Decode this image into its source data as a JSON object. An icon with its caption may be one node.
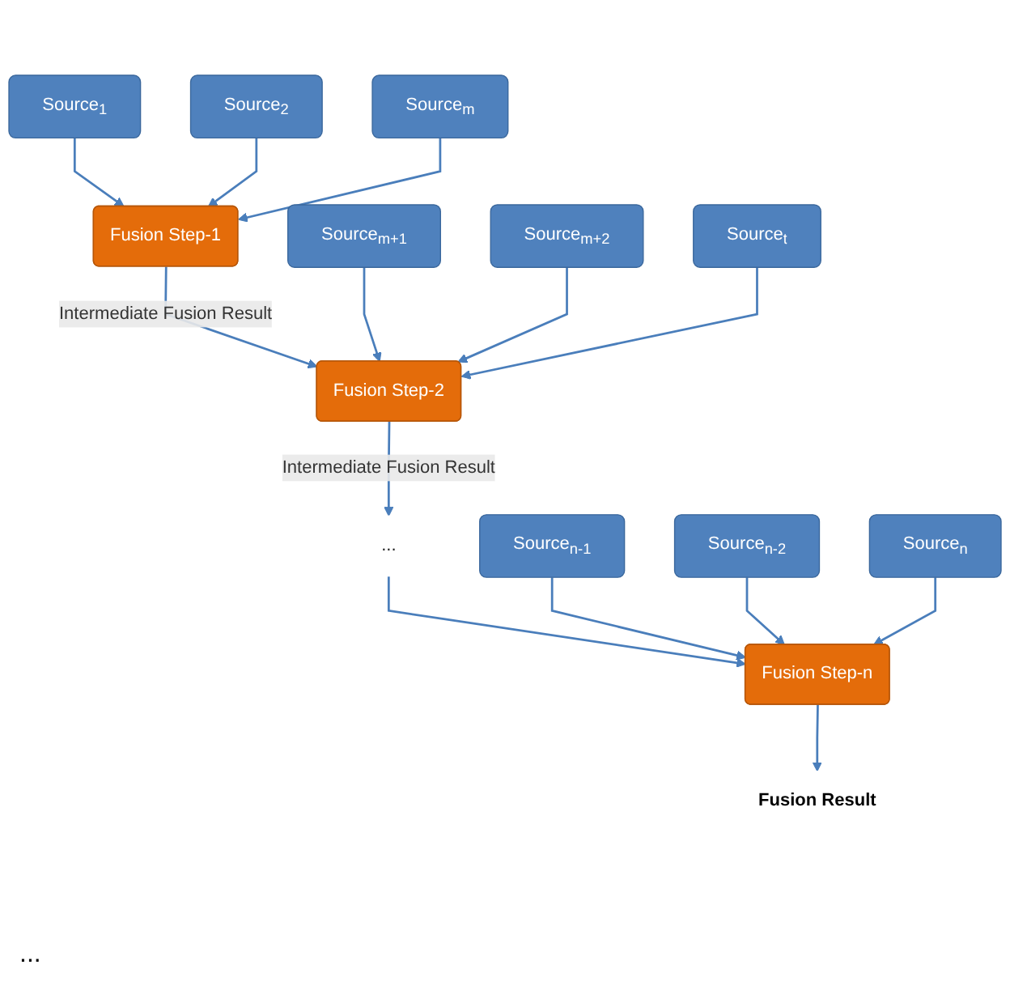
{
  "diagram": {
    "nodes": [
      {
        "text": [
          "Source$_{1}$"
        ]
      },
      {
        "text": [
          "Source$_{2}$"
        ]
      },
      {
        "text": [
          "Source$_{m}$"
        ]
      },
      {
        "text": [
          "Fusion Step-1"
        ]
      },
      {
        "text": [
          "Source$_{m+1}$"
        ]
      },
      {
        "text": [
          "Source$_{m+2}$"
        ]
      },
      {
        "text": [
          "Source$_{t}$"
        ]
      },
      {
        "text": [
          "Fusion Step-2"
        ]
      },
      {
        "text": [
          "..."
        ]
      },
      {
        "text": [
          "Source$_{n-1}$"
        ]
      },
      {
        "text": [
          "Source$_{n-2}$"
        ]
      },
      {
        "text": [
          "Source$_{n}$"
        ]
      },
      {
        "text": [
          "Fusion Step-n"
        ]
      },
      {
        "text": [
          "Fusion Result"
        ]
      }
    ],
    "edges": [
      {
        "from": 0,
        "to": 3,
        "arrow": "to"
      },
      {
        "from": 1,
        "to": 3,
        "arrow": "to"
      },
      {
        "from": 2,
        "to": 3,
        "arrow": "to"
      },
      {
        "from": 3,
        "to": 7,
        "arrow": "to",
        "label": "Intermediate Fusion Result"
      },
      {
        "from": 4,
        "to": 7,
        "arrow": "to"
      },
      {
        "from": 5,
        "to": 7,
        "arrow": "to"
      },
      {
        "from": 6,
        "to": 7,
        "arrow": "to"
      },
      {
        "from": 7,
        "to": 8,
        "arrow": "to",
        "label": "Intermediate Fusion Result"
      },
      {
        "from": 8,
        "to": 12,
        "arrow": "to"
      },
      {
        "from": 9,
        "to": 12,
        "arrow": "to"
      },
      {
        "from": 10,
        "to": 12,
        "arrow": "to"
      },
      {
        "from": 11,
        "to": 12,
        "arrow": "to"
      },
      {
        "from": 12,
        "to": 13,
        "arrow": "to"
      }
    ],
    "labels": [
      "..."
    ]
  }
}
